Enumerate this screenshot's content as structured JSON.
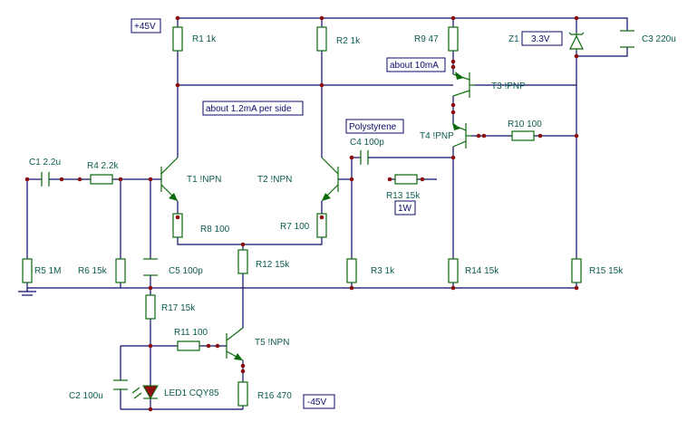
{
  "components": {
    "R1": "R1 1k",
    "R2": "R2 1k",
    "R3": "R3 1k",
    "R4": "R4 2.2k",
    "R5": "R5 1M",
    "R6": "R6 15k",
    "R7": "R7 100",
    "R8": "R8 100",
    "R9": "R9 47",
    "R10": "R10 100",
    "R11": "R11 100",
    "R12": "R12 15k",
    "R13": "R13 15k",
    "R14": "R14 15k",
    "R15": "R15 15k",
    "R16": "R16 470",
    "R17": "R17 15k",
    "C1": "C1 2.2u",
    "C2": "C2 100u",
    "C3": "C3 220u",
    "C4": "C4 100p",
    "C5": "C5 100p",
    "T1": "T1 !NPN",
    "T2": "T2 !NPN",
    "T3": "T3 !PNP",
    "T4": "T4 !PNP",
    "T5": "T5 !NPN",
    "Z1": "Z1",
    "LED1": "LED1 CQY85"
  },
  "boxes": {
    "pos_supply": "+45V",
    "neg_supply": "-45V",
    "zener_value": "3.3V",
    "about_10ma": "about 10mA",
    "about_1_2ma": "about 1.2mA per side",
    "polystyrene": "Polystyrene",
    "r13_power": "1W"
  },
  "colors": {
    "wire": "#0b0b6b",
    "component": "#0b6b0b",
    "junction": "#8b1010",
    "label": "#0b5b50"
  }
}
